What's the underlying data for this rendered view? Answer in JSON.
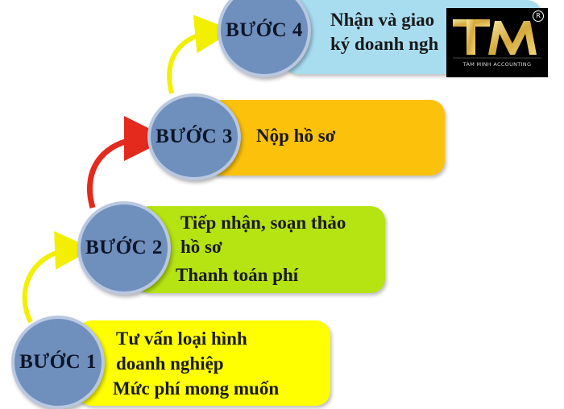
{
  "steps": [
    {
      "label": "BƯỚC 1",
      "lines": [
        "Tư vấn loại hình",
        "doanh nghiệp",
        "Mức phí mong muốn"
      ],
      "color": "#ffff00"
    },
    {
      "label": "BƯỚC 2",
      "lines": [
        "Tiếp nhận, soạn thảo",
        "hồ sơ",
        "Thanh toán phí"
      ],
      "color": "#b6e312"
    },
    {
      "label": "BƯỚC 3",
      "lines": [
        "Nộp hồ sơ"
      ],
      "color": "#fcc20b"
    },
    {
      "label": "BƯỚC 4",
      "lines": [
        "Nhận và giao",
        "ký doanh ngh"
      ],
      "color": "#a8ddf0"
    }
  ],
  "arrow_colors": {
    "step1_to_2": "#f2f000",
    "step2_to_3": "#e32a1c",
    "step3_to_4": "#f2f000"
  },
  "logo": {
    "mark": "TM",
    "subtitle": "TAM MINH ACCOUNTING",
    "registered": "R"
  }
}
